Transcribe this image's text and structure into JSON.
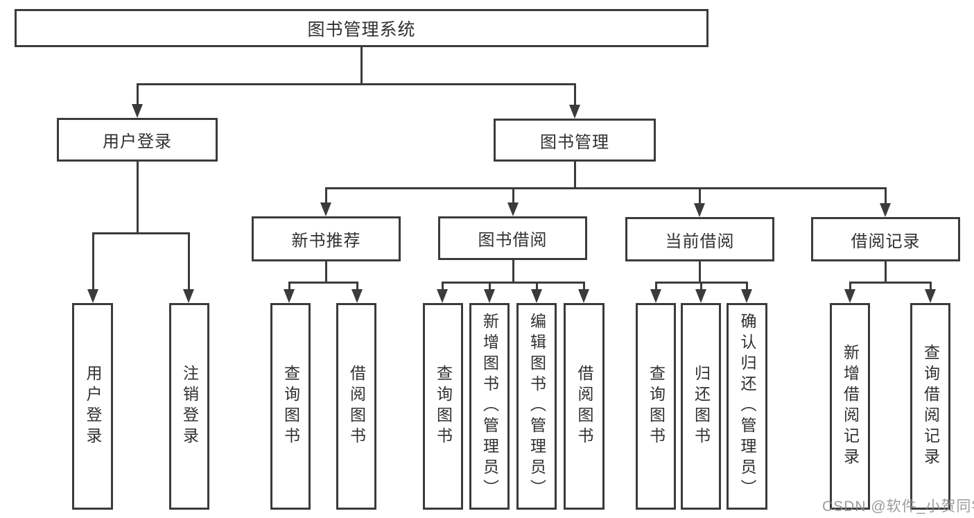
{
  "tree": {
    "label": "图书管理系统",
    "children": [
      {
        "label": "用户登录",
        "children": [
          {
            "label": "用户登录"
          },
          {
            "label": "注销登录"
          }
        ]
      },
      {
        "label": "图书管理",
        "children": [
          {
            "label": "新书推荐",
            "children": [
              {
                "label": "查询图书"
              },
              {
                "label": "借阅图书"
              }
            ]
          },
          {
            "label": "图书借阅",
            "children": [
              {
                "label": "查询图书"
              },
              {
                "label": "新增图书（管理员）"
              },
              {
                "label": "编辑图书（管理员）"
              },
              {
                "label": "借阅图书"
              }
            ]
          },
          {
            "label": "当前借阅",
            "children": [
              {
                "label": "查询图书"
              },
              {
                "label": "归还图书"
              },
              {
                "label": "确认归还（管理员）"
              }
            ]
          },
          {
            "label": "借阅记录",
            "children": [
              {
                "label": "新增借阅记录"
              },
              {
                "label": "查询借阅记录"
              }
            ]
          }
        ]
      }
    ]
  },
  "watermark": {
    "text": "CSDN @软件_小贺同学"
  },
  "colors": {
    "line": "#3b3b3b",
    "text": "#303030",
    "background": "#ffffff",
    "watermark": "#8a8a8a"
  }
}
